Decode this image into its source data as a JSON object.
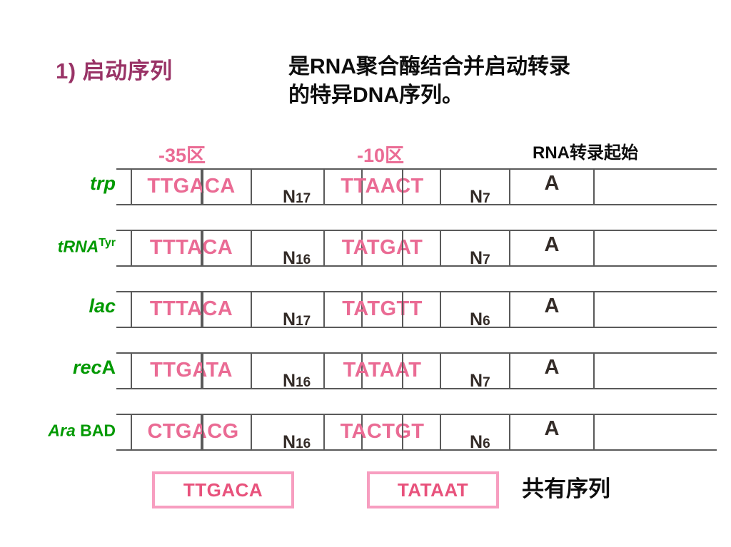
{
  "slide": {
    "title": "1) 启动序列",
    "subtitle_line1": "是RNA聚合酶结合并启动转录",
    "subtitle_line2": "的特异DNA序列。",
    "colors": {
      "title": "#993366",
      "sequence_pink": "#ea6b94",
      "gene_green": "#009900",
      "consensus_border": "#f79ec0",
      "rule": "#5a5a5a",
      "body_text": "#0d0d0d"
    }
  },
  "headers": {
    "minus35": "-35区",
    "minus10": "-10区",
    "start": "RNA转录起始"
  },
  "table": {
    "rows": [
      {
        "gene_italic": "trp",
        "gene_plain": "",
        "gene_sup": "",
        "minus35": "TTGACA",
        "spacer1_n": "N",
        "spacer1_sub": "17",
        "minus10": "TTAACT",
        "spacer2_n": "N",
        "spacer2_sub": "7",
        "start_base": "A"
      },
      {
        "gene_italic": "tRNA",
        "gene_plain": "",
        "gene_sup": "Tyr",
        "minus35": "TTTACA",
        "spacer1_n": "N",
        "spacer1_sub": "16",
        "minus10": "TATGAT",
        "spacer2_n": "N",
        "spacer2_sub": "7",
        "start_base": "A"
      },
      {
        "gene_italic": "lac",
        "gene_plain": "",
        "gene_sup": "",
        "minus35": "TTTACA",
        "spacer1_n": "N",
        "spacer1_sub": "17",
        "minus10": "TATGTT",
        "spacer2_n": "N",
        "spacer2_sub": "6",
        "start_base": "A"
      },
      {
        "gene_italic": "rec",
        "gene_plain": "A",
        "gene_sup": "",
        "minus35": "TTGATA",
        "spacer1_n": "N",
        "spacer1_sub": "16",
        "minus10": "TATAAT",
        "spacer2_n": "N",
        "spacer2_sub": "7",
        "start_base": "A"
      },
      {
        "gene_italic": "Ara",
        "gene_plain": " BAD",
        "gene_sup": "",
        "minus35": "CTGACG",
        "spacer1_n": "N",
        "spacer1_sub": "16",
        "minus10": "TACTGT",
        "spacer2_n": "N",
        "spacer2_sub": "6",
        "start_base": "A"
      }
    ]
  },
  "consensus": {
    "minus35": "TTGACA",
    "minus10": "TATAAT",
    "label": "共有序列"
  }
}
